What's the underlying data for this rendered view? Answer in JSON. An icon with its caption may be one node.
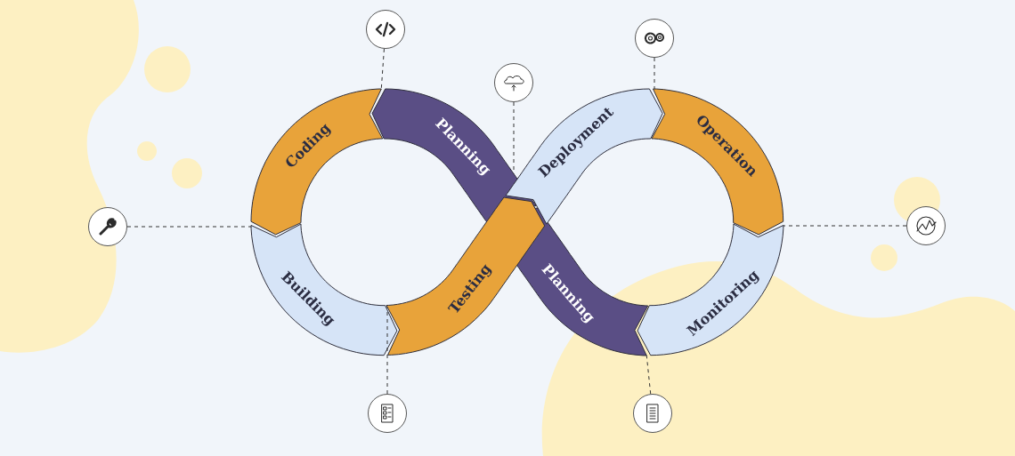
{
  "diagram": {
    "nodes": [
      {
        "text": [
          "Planning"
        ]
      },
      {
        "text": [
          "Coding"
        ]
      },
      {
        "text": [
          "Building"
        ]
      },
      {
        "text": [
          "Testing"
        ]
      },
      {
        "text": [
          "Deployment"
        ]
      },
      {
        "text": [
          "Operation"
        ]
      },
      {
        "text": [
          "Monitoring"
        ]
      },
      {
        "text": [
          "Planning"
        ]
      },
      {
        "text": [],
        "shape": "circle"
      },
      {
        "text": [],
        "shape": "circle"
      },
      {
        "text": [],
        "shape": "circle"
      },
      {
        "text": [],
        "shape": "circle"
      },
      {
        "text": [],
        "shape": "circle"
      },
      {
        "text": [],
        "shape": "circle"
      },
      {
        "text": [],
        "shape": "circle"
      }
    ],
    "edges": [
      {
        "from": 8,
        "to": 1,
        "arrow": "none",
        "style": "dashed"
      },
      {
        "from": 9,
        "to": 5,
        "arrow": "none",
        "style": "dashed"
      },
      {
        "from": 10,
        "to": 0,
        "arrow": "none",
        "style": "dashed"
      },
      {
        "from": 11,
        "to": 2,
        "arrow": "none",
        "style": "dashed"
      },
      {
        "from": 12,
        "to": 6,
        "arrow": "none",
        "style": "dashed"
      },
      {
        "from": 13,
        "to": 3,
        "arrow": "none",
        "style": "dashed"
      },
      {
        "from": 14,
        "to": 7,
        "arrow": "none",
        "style": "dashed"
      }
    ]
  }
}
